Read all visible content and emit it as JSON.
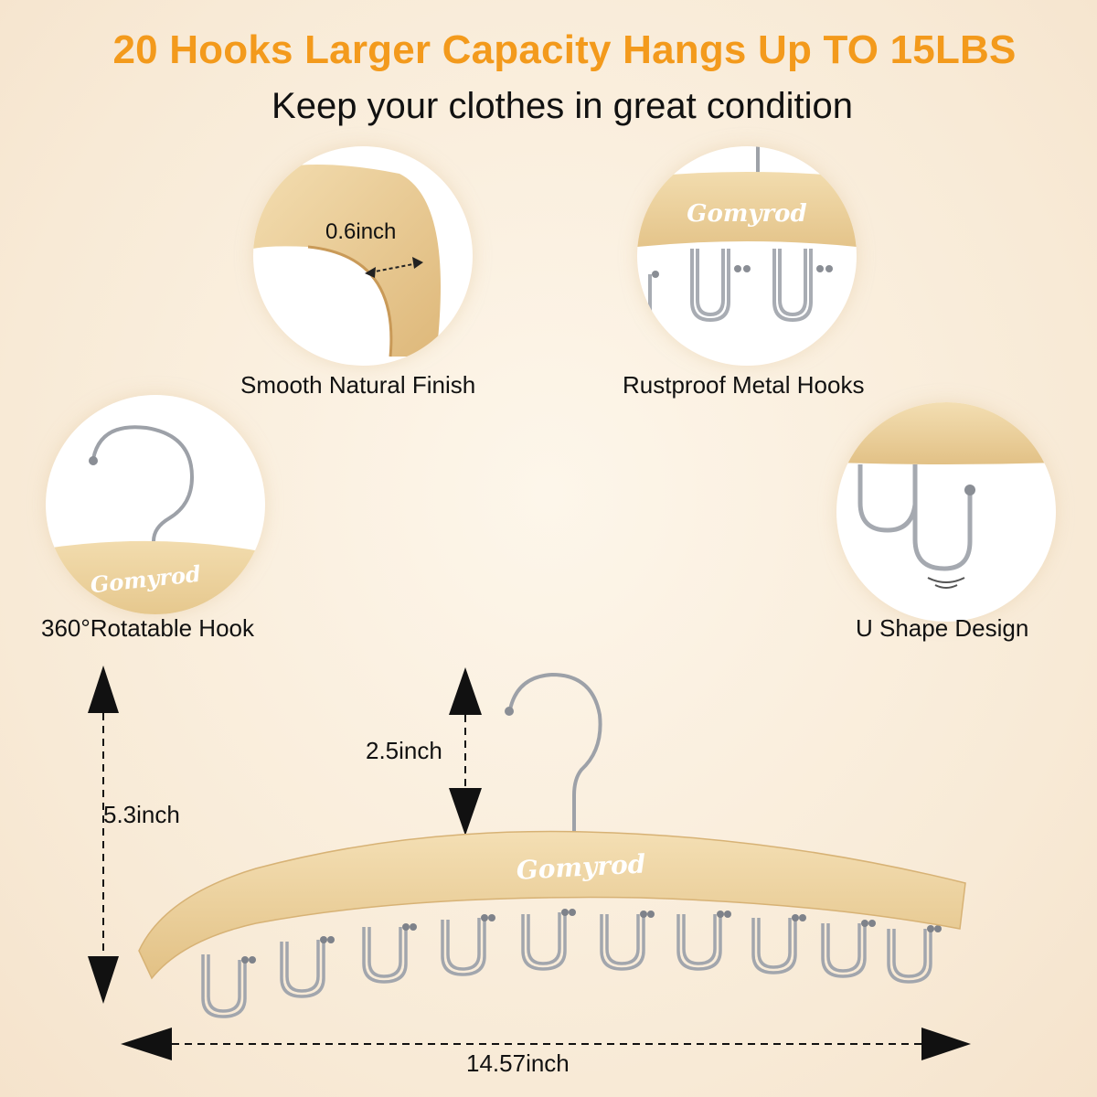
{
  "header": {
    "title": "20 Hooks Larger Capacity Hangs Up TO 15LBS",
    "subtitle": "Keep your clothes in great condition"
  },
  "features": {
    "finish": {
      "caption": "Smooth Natural Finish",
      "measure": "0.6inch"
    },
    "hooks": {
      "caption": "Rustproof Metal Hooks",
      "brand": "Gomyrod"
    },
    "rotatable": {
      "caption": "360°Rotatable Hook",
      "brand": "Gomyrod"
    },
    "ushape": {
      "caption": "U Shape Design"
    }
  },
  "dimensions": {
    "height": "5.3inch",
    "hook_height": "2.5inch",
    "width": "14.57inch"
  },
  "product": {
    "brand": "Gomyrod",
    "hook_count": 20
  },
  "colors": {
    "headline": "#f39a1c",
    "wood": "#ecd29c",
    "metal": "#b8bcc4"
  }
}
